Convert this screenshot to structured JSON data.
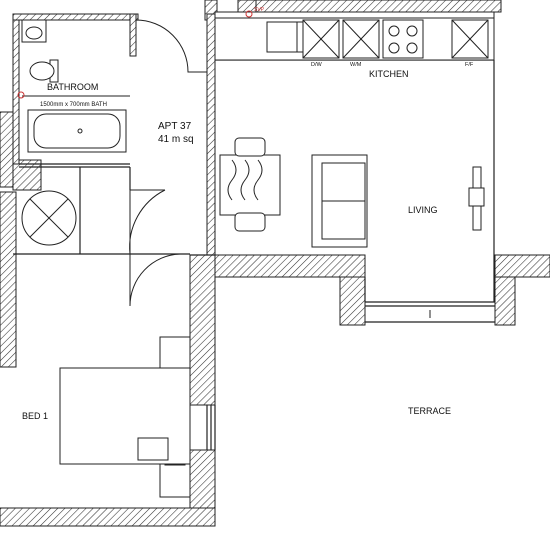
{
  "plan": {
    "apartment": {
      "name": "APT 37",
      "area": "41 m sq"
    },
    "rooms": {
      "bathroom": "BATHROOM",
      "kitchen": "KITCHEN",
      "living": "LIVING",
      "bed1": "BED 1",
      "terrace": "TERRACE"
    },
    "fixtures": {
      "bath_size": "1500mm x 700mm BATH",
      "dishwasher": "D/W",
      "washing_machine": "W/M",
      "fridge_freezer": "F/F",
      "svp": "SVP"
    }
  }
}
